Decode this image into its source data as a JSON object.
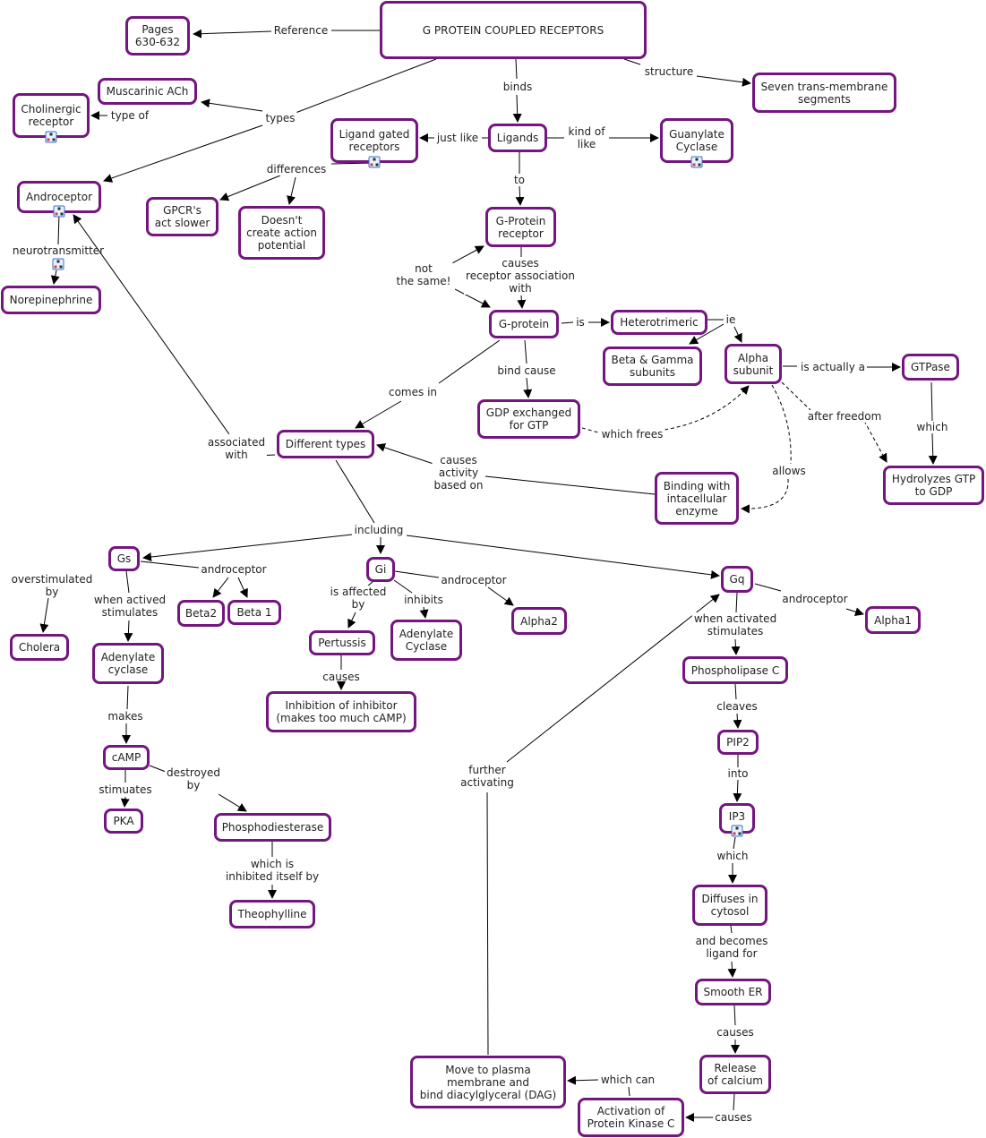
{
  "title": "G PROTEIN COUPLED RECEPTORS",
  "colors": {
    "node_border": "#74167f",
    "line": "#000000",
    "icon": "#3a6fc4"
  },
  "nodes": {
    "gpcr": "G PROTEIN COUPLED RECEPTORS",
    "pages": "Pages\n630-632",
    "muscarinic": "Muscarinic ACh",
    "cholinergic": "Cholinergic\nreceptor",
    "androceptor": "Androceptor",
    "norepinephrine": "Norepinephrine",
    "ligand_gated": "Ligand gated\nreceptors",
    "ligands": "Ligands",
    "guanylate": "Guanylate\nCyclase",
    "seven": "Seven trans-membrane\nsegments",
    "gpcrs_slower": "GPCR's\nact slower",
    "doesnt": "Doesn't\ncreate action\npotential",
    "gprotein_receptor": "G-Protein\nreceptor",
    "gprotein": "G-protein",
    "heterotrimeric": "Heterotrimeric",
    "betagamma": "Beta & Gamma\nsubunits",
    "alpha": "Alpha\nsubunit",
    "gtpase": "GTPase",
    "gdp": "GDP exchanged\nfor GTP",
    "hydrolyzes": "Hydrolyzes GTP\nto GDP",
    "binding": "Binding with\nintacellular\nenzyme",
    "different": "Different types",
    "gs": "Gs",
    "gi": "Gi",
    "gq": "Gq",
    "cholera": "Cholera",
    "beta2": "Beta2",
    "beta1": "Beta 1",
    "adenylate1": "Adenylate\ncyclase",
    "pertussis": "Pertussis",
    "adenylate2": "Adenylate\nCyclase",
    "alpha2": "Alpha2",
    "alpha1": "Alpha1",
    "inhibition": "Inhibition of inhibitor\n(makes too much cAMP)",
    "camp": "cAMP",
    "pka": "PKA",
    "phosphodiesterase": "Phosphodiesterase",
    "theophylline": "Theophylline",
    "plc": "Phospholipase C",
    "pip2": "PIP2",
    "ip3": "IP3",
    "diffuses": "Diffuses in\ncytosol",
    "smooth": "Smooth ER",
    "release": "Release\nof calcium",
    "activation": "Activation of\nProtein Kinase C",
    "move": "Move to plasma\nmembrane and\nbind diacylglyceral (DAG)"
  },
  "links": {
    "reference": "Reference",
    "types": "types",
    "type_of": "type of",
    "binds": "binds",
    "structure": "structure",
    "just_like": "just like",
    "kind_of_like": "kind of\nlike",
    "differences": "differences",
    "to": "to",
    "neurotransmitter": "neurotransmitter",
    "not_same": "not\nthe same!",
    "causes_assoc": "causes\nreceptor association\nwith",
    "is": "is",
    "ie": "ie",
    "comes_in": "comes in",
    "bind_cause": "bind cause",
    "is_actually": "is actually a",
    "after_freedom": "after freedom",
    "which_gtp": "which",
    "which_frees": "which frees",
    "allows": "allows",
    "associated": "associated\nwith",
    "causes_activity": "causes\nactivity\nbased on",
    "including": "including",
    "andro_gs": "androceptor",
    "overstimulated": "overstimulated\nby",
    "when_actived": "when actived\nstimulates",
    "andro_gi": "androceptor",
    "affected": "is affected\nby",
    "inhibits": "inhibits",
    "andro_gq": "androceptor",
    "when_activated": "when activated\nstimulates",
    "makes": "makes",
    "causes_pertussis": "causes",
    "cleaves": "cleaves",
    "destroyed": "destroyed\nby",
    "stimuates": "stimuates",
    "further": "further\nactivating",
    "into": "into",
    "inhibited_itself": "which is\ninhibited itself by",
    "which_ip3": "which",
    "becomes_ligand": "and becomes\nligand for",
    "causes_ser": "causes",
    "which_can": "which can",
    "causes_release": "causes"
  }
}
